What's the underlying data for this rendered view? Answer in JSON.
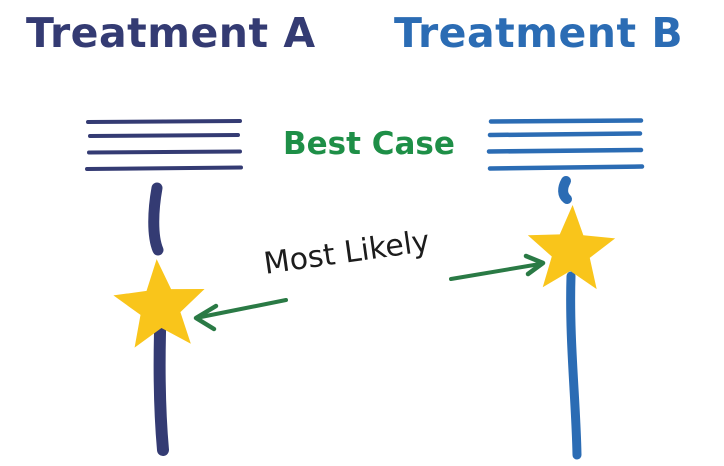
{
  "columns": {
    "a": {
      "label": "Treatment A"
    },
    "b": {
      "label": "Treatment B"
    }
  },
  "annotations": {
    "best_case": "Best Case",
    "most_likely": "Most Likely"
  },
  "icons": {
    "marker": "star-icon",
    "best_case_marks": "hatch-lines-icon",
    "left_pointer": "arrow-left-icon",
    "right_pointer": "arrow-right-icon"
  },
  "colors": {
    "treatment_a": "#343B73",
    "treatment_b": "#2B6CB4",
    "best_case": "#1E8F47",
    "arrow": "#2A7A45",
    "most_likely": "#1C1C1C",
    "star": "#F9C51B",
    "background": "#FFFFFF"
  }
}
